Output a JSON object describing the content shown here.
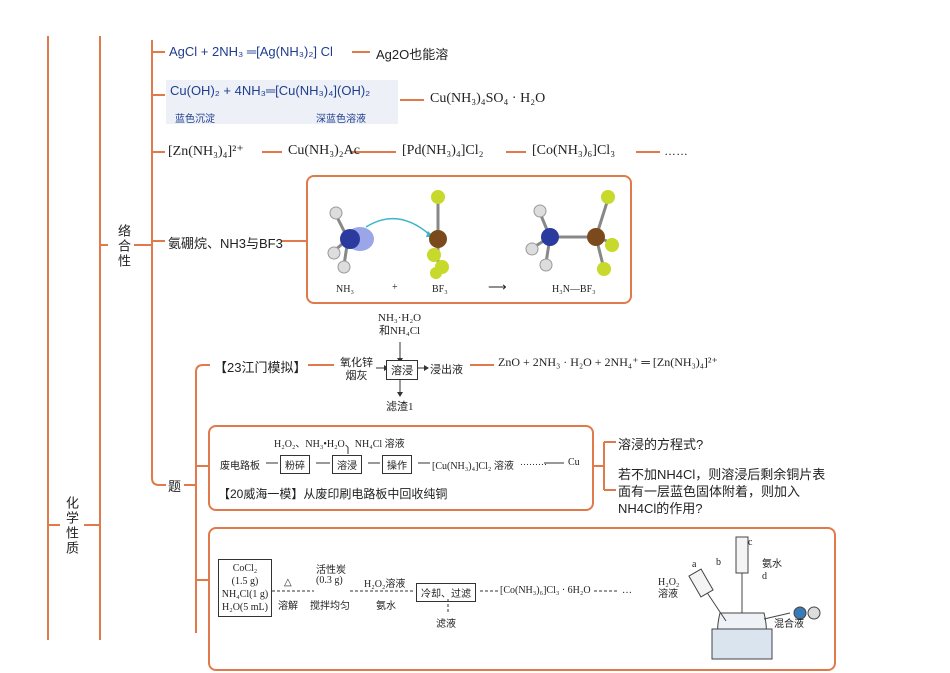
{
  "root": {
    "label": "化学性质"
  },
  "branch": {
    "label": "络合性"
  },
  "items": {
    "agcl": {
      "eq": "AgCl + 2NH₃ ═[Ag(NH₃)₂] Cl",
      "note": "Ag2O也能溶"
    },
    "cuoh": {
      "eq": "Cu(OH)₂ + 4NH₃═[Cu(NH₃)₄](OH)₂",
      "sub_left": "蓝色沉淀",
      "sub_right": "深蓝色溶液",
      "note": "Cu(NH₃)₄SO₄ · H₂O"
    },
    "complexes": [
      "[Zn(NH₃)₄]²⁺",
      "Cu(NH₃)₂Ac",
      "[Pd(NH₃)₄]Cl₂",
      "[Co(NH₃)₆]Cl₃",
      "……"
    ],
    "ammonia_borane": {
      "label": "氨硼烷、NH3与BF3",
      "nh3": "NH₃",
      "plus": "+",
      "bf3": "BF₃",
      "arrow": "⟶",
      "product": "H₃N—BF₃"
    }
  },
  "exercise": {
    "label": "题",
    "q1": {
      "tag": "【23江门模拟】",
      "reagent": "NH₃·H₂O\n和NH₄Cl",
      "input": "氧化锌\n烟灰",
      "step": "溶浸",
      "output": "浸出液",
      "residue": "滤渣1",
      "equation": "ZnO + 2NH₃ · H₂O + 2NH₄⁺ ═ [Zn(NH₃)₄]²⁺"
    },
    "q2": {
      "reagents": "H₂O₂、NH₃•H₂O、NH₄Cl 溶液",
      "start": "废电路板",
      "steps": [
        "粉碎",
        "溶浸",
        "操作"
      ],
      "product": "[Cu(NH₃)₄]Cl₂ 溶液",
      "dots": "………",
      "end": "Cu",
      "title": "【20威海一模】从废印刷电路板中回收纯铜",
      "question1": "溶浸的方程式?",
      "question2": "若不加NH4Cl，则溶浸后剩余铜片表面有一层蓝色固体附着，则加入NH4Cl的作用?"
    },
    "q3": {
      "reagent_box": [
        "CoCl₂",
        "(1.5 g)",
        "NH₄Cl(1 g)",
        "H₂O(5 mL)"
      ],
      "triangle": "△",
      "dissolve": "溶解",
      "carbon": "活性炭",
      "carbon_mass": "(0.3 g)",
      "stir": "搅拌均匀",
      "h2o2": "H₂O₂溶液",
      "ammonia": "氨水",
      "cool": "冷却、过滤",
      "filtrate": "滤液",
      "product": "[Co(NH₃)₆]Cl₃ · 6H₂O",
      "end_dots": "…",
      "apparatus": {
        "a": "a",
        "b": "b",
        "c": "c",
        "d": "d",
        "ammonia": "氨水",
        "h2o2": "H₂O₂\n溶液",
        "mixture": "混合液"
      }
    }
  },
  "colors": {
    "line": "#e07a4a",
    "blue_text": "#1f3d8f",
    "highlight": "#edf1f7"
  }
}
